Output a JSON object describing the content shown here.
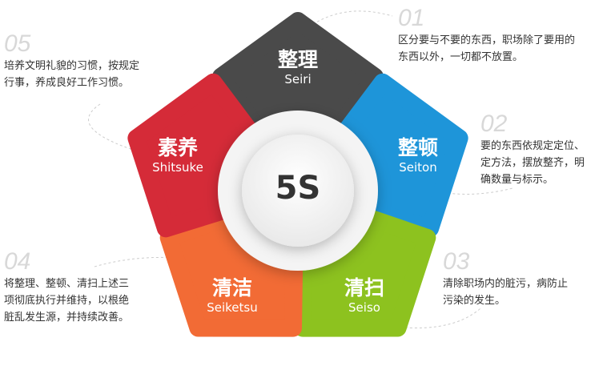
{
  "center_label": "5S",
  "segments": [
    {
      "num": "01",
      "title": "整理",
      "subtitle": "Seiri",
      "color": "#4a4a4a",
      "desc": [
        "区分要与不要的东西，职场除了要用的",
        "东西以外，一切都不放置。"
      ]
    },
    {
      "num": "02",
      "title": "整顿",
      "subtitle": "Seiton",
      "color": "#1e95d9",
      "desc": [
        "要的东西依规定定位、",
        "定方法，摆放整齐，明",
        "确数量与标示。"
      ]
    },
    {
      "num": "03",
      "title": "清扫",
      "subtitle": "Seiso",
      "color": "#8dc21f",
      "desc": [
        "清除职场内的脏污，病防止",
        "污染的发生。"
      ]
    },
    {
      "num": "04",
      "title": "清洁",
      "subtitle": "Seiketsu",
      "color": "#f26b35",
      "desc": [
        "将整理、整顿、清扫上述三",
        "项彻底执行并维持，以根绝",
        "脏乱发生源，并持续改善。"
      ]
    },
    {
      "num": "05",
      "title": "素养",
      "subtitle": "Shitsuke",
      "color": "#d52b38",
      "desc": [
        "培养文明礼貌的习惯，按规定",
        "行事，养成良好工作习惯。"
      ]
    }
  ]
}
